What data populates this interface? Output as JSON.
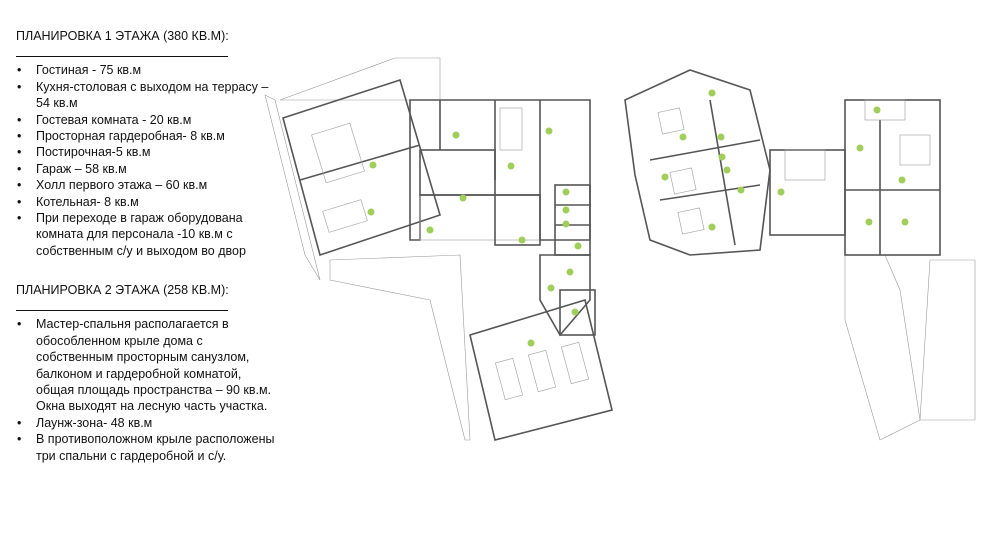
{
  "floor1": {
    "title": "ПЛАНИРОВКА 1 ЭТАЖА (380 КВ.М):",
    "items": [
      "Гостиная - 75 кв.м",
      "Кухня-столовая с выходом на террасу – 54 кв.м",
      "Гостевая комната - 20 кв.м",
      "Просторная гардеробная- 8 кв.м",
      "Постирочная-5 кв.м",
      "Гараж – 58 кв.м",
      "Холл первого этажа – 60 кв.м",
      "Котельная- 8 кв.м",
      "При переходе в гараж оборудована комната для персонала -10 кв.м с собственным с/у и выходом во двор"
    ]
  },
  "floor2": {
    "title": "ПЛАНИРОВКА 2 ЭТАЖА (258 КВ.М):",
    "items": [
      "Мастер-спальня располагается в обособленном крыле дома с собственным просторным санузлом, балконом и гардеробной комнатой, общая площадь пространства – 90 кв.м. Окна выходят на лесную часть участка.",
      "Лаунж-зона- 48 кв.м",
      "В противоположном крыле расположены три спальни с гардеробной и с/у."
    ]
  },
  "colors": {
    "room_marker": "#9fcf5a",
    "wall": "#555555"
  }
}
